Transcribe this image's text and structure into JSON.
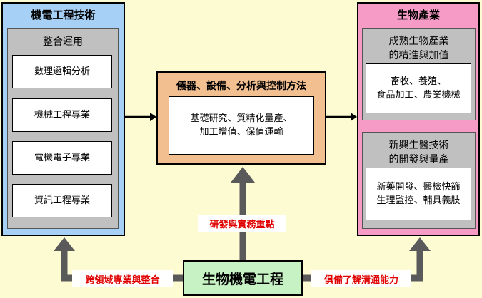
{
  "left_panel": {
    "title": "機電工程技術",
    "group_title": "整合運用",
    "items": [
      "數理邏輯分析",
      "機械工程專業",
      "電機電子專業",
      "資訊工程專業"
    ]
  },
  "center_panel": {
    "title": "儀器、設備、分析與控制方法",
    "body_line1": "基礎研究、質精化量產、",
    "body_line2": "加工增值、保值運輸"
  },
  "right_panel": {
    "title": "生物產業",
    "section1": {
      "title_line1": "成熟生物產業",
      "title_line2": "的精進與加值",
      "body_line1": "畜牧、養殖、",
      "body_line2": "食品加工、農業機械"
    },
    "section2": {
      "title_line1": "新興生醫技術",
      "title_line2": "的開發與量產",
      "body_line1": "新藥開發、醫檢快篩",
      "body_line2": "生理監控、輔具義肢"
    }
  },
  "bottom": {
    "title": "生物機電工程",
    "label_left": "跨領域專業與整合",
    "label_center": "研發與實務重點",
    "label_right": "俱備了解溝通能力"
  },
  "colors": {
    "background": "#fdfbd1",
    "left_panel": "#a7d0f6",
    "right_panel": "#f59bc6",
    "center_panel": "#f2bf91",
    "bottom_box": "#c6f2c4",
    "inner_group": "#c0c0c0",
    "arrow": "#5a5a5a",
    "label_text": "#e00000"
  }
}
